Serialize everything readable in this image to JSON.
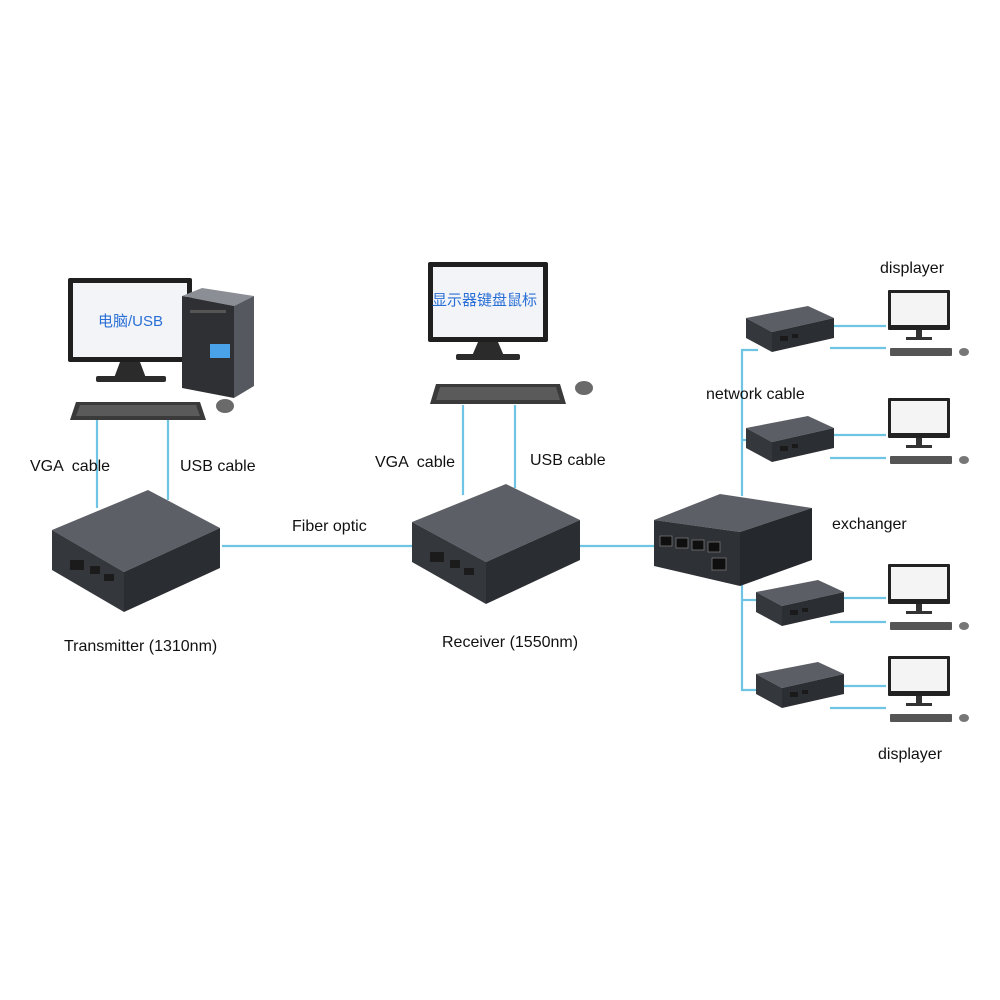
{
  "colors": {
    "cable": "#6fc3e3",
    "device_body": "#3a3d42",
    "device_top": "#55595f",
    "screen_text": "#2a6fd6"
  },
  "labels": {
    "vga_cable_left": "VGA  cable",
    "usb_cable_left": "USB cable",
    "vga_cable_mid": "VGA  cable",
    "usb_cable_mid": "USB cable",
    "fiber_optic": "Fiber optic",
    "transmitter": "Transmitter (1310nm)",
    "receiver": "Receiver (1550nm)",
    "network_cable": "network cable",
    "exchanger": "exchanger",
    "displayer_top": "displayer",
    "displayer_bottom": "displayer"
  },
  "screens": {
    "pc_monitor_text": "电脑/USB",
    "display_monitor_text": "显示器键盘鼠标"
  },
  "icons": [
    "computer-monitor-icon",
    "pc-tower-icon",
    "keyboard-icon",
    "mouse-icon",
    "transmitter-device-icon",
    "receiver-device-icon",
    "network-switch-icon",
    "extender-receiver-icon",
    "display-monitor-icon"
  ]
}
